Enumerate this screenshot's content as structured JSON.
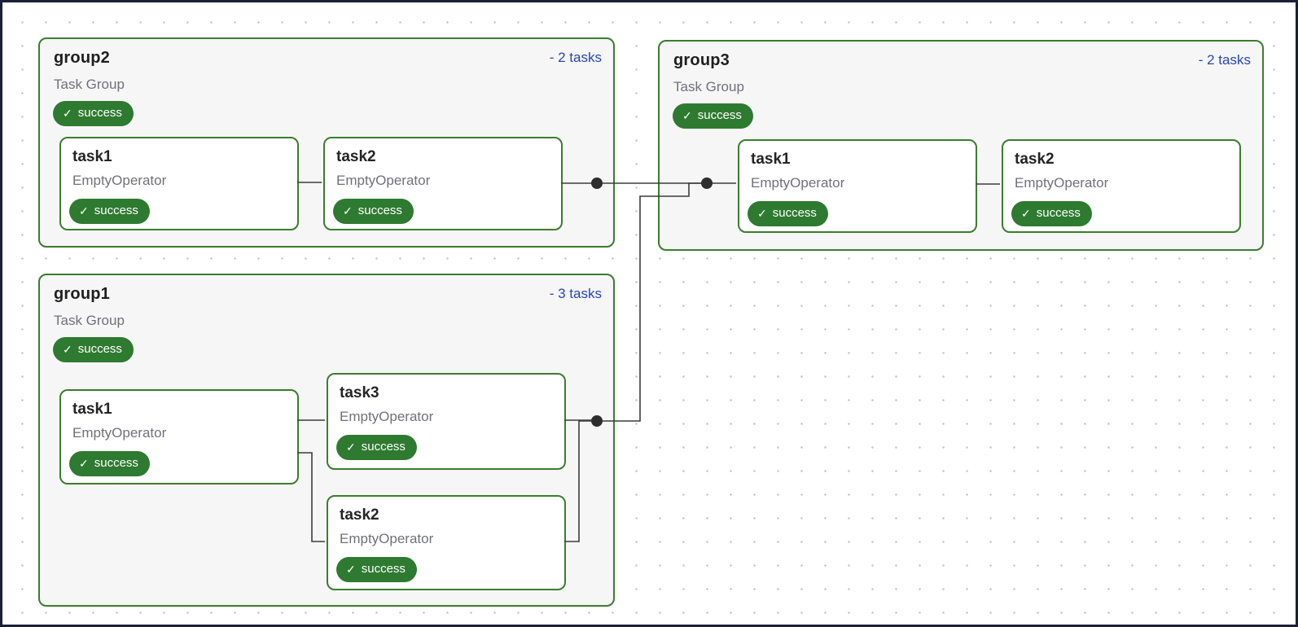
{
  "app": "Airflow DAG graph view",
  "colors": {
    "canvas_border": "#1b2135",
    "canvas_bg": "#ffffff",
    "grid_dot": "#c7c7cb",
    "group_bg": "#f6f6f6",
    "node_border_green": "#3a7d2e",
    "badge_green": "#2e7a30",
    "badge_text": "#ffffff",
    "title_ink": "#1e1e1e",
    "muted_gray": "#70707a",
    "link_blue": "#2745b5",
    "edge_stroke": "#3c3c3c",
    "junction_dot": "#2d2d2d"
  },
  "icons": {
    "check": "✓"
  },
  "groups": [
    {
      "id": "group2",
      "title": "group2",
      "type_label": "Task Group",
      "status": "success",
      "collapse_label": "- 2 tasks",
      "tasks": [
        {
          "title": "task1",
          "operator": "EmptyOperator",
          "status": "success"
        },
        {
          "title": "task2",
          "operator": "EmptyOperator",
          "status": "success"
        }
      ]
    },
    {
      "id": "group3",
      "title": "group3",
      "type_label": "Task Group",
      "status": "success",
      "collapse_label": "- 2 tasks",
      "tasks": [
        {
          "title": "task1",
          "operator": "EmptyOperator",
          "status": "success"
        },
        {
          "title": "task2",
          "operator": "EmptyOperator",
          "status": "success"
        }
      ]
    },
    {
      "id": "group1",
      "title": "group1",
      "type_label": "Task Group",
      "status": "success",
      "collapse_label": "- 3 tasks",
      "tasks": [
        {
          "title": "task1",
          "operator": "EmptyOperator",
          "status": "success"
        },
        {
          "title": "task3",
          "operator": "EmptyOperator",
          "status": "success"
        },
        {
          "title": "task2",
          "operator": "EmptyOperator",
          "status": "success"
        }
      ]
    }
  ]
}
